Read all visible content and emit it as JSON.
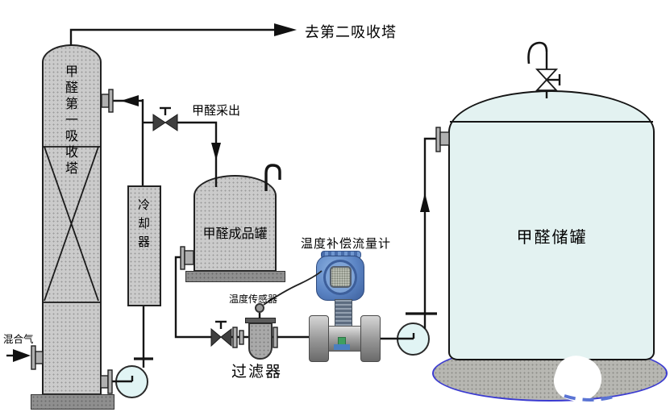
{
  "labels": {
    "to_second_tower": "去第二吸收塔",
    "formaldehyde_draw": "甲醛采出",
    "absorption_tower": "甲醛第一吸收塔",
    "cooler": "冷却器",
    "product_tank": "甲醛成品罐",
    "temperature_sensor": "温度传感器",
    "flow_meter": "温度补偿流量计",
    "filter": "过滤器",
    "storage_tank": "甲醛储罐",
    "mixed_gas": "混合气"
  },
  "colors": {
    "vessel_gray": "#cbcbcb",
    "base_gray": "#8f8f8f",
    "storage_tank_cyan": "#e3f2f1",
    "pump_cyan": "#e1f4f4",
    "pad_outline_blue": "#3b3bd1",
    "pipe_black": "#151515",
    "flowmeter_blue": "#5b84c4",
    "flowmeter_green_mark": "#3f9f5f"
  }
}
